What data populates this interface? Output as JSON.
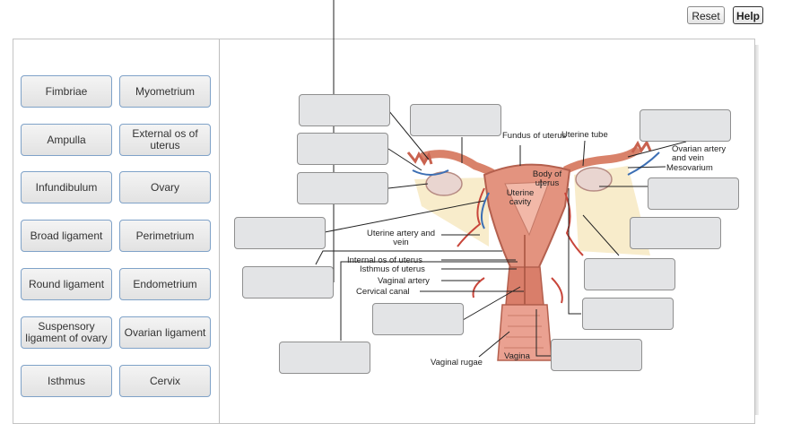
{
  "toolbar": {
    "reset_label": "Reset",
    "help_label": "Help"
  },
  "terms": [
    "Fimbriae",
    "Myometrium",
    "Ampulla",
    "External os of uterus",
    "Infundibulum",
    "Ovary",
    "Broad ligament",
    "Perimetrium",
    "Round ligament",
    "Endometrium",
    "Suspensory ligament of ovary",
    "Ovarian ligament",
    "Isthmus",
    "Cervix"
  ],
  "labels": {
    "fundus": "Fundus of uterus",
    "uterine_tube": "Uterine tube",
    "ovarian_artery": "Ovarian artery and vein",
    "mesovarium": "Mesovarium",
    "body": "Body of uterus",
    "cavity": "Uterine cavity",
    "uterine_artery": "Uterine artery and vein",
    "internal_os": "Internal os of uterus",
    "isthmus": "Isthmus of uterus",
    "vaginal_artery": "Vaginal artery",
    "cervical_canal": "Cervical canal",
    "vagina": "Vagina",
    "vaginal_rugae": "Vaginal rugae"
  }
}
